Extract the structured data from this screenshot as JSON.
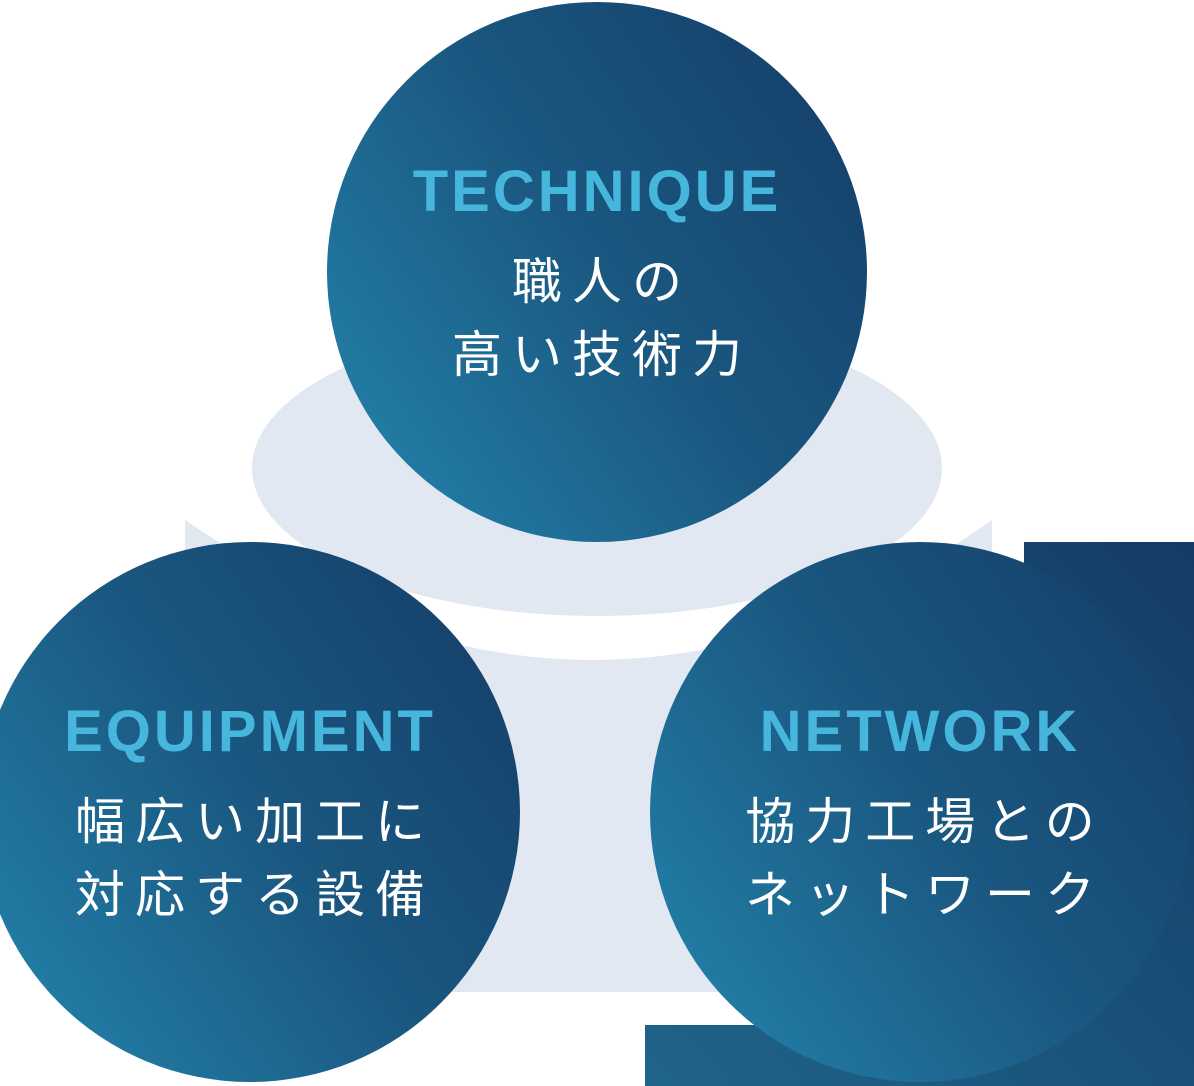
{
  "page": {
    "background_color": "#FFFFFF",
    "description": "Three-circle strengths diagram on light triangle backdrop"
  },
  "theme": {
    "page_bg": "#FFFFFF",
    "light_shape": "#E1E8F1",
    "circle_grad_start": "#143C66",
    "circle_grad_mid": "#1A5780",
    "circle_grad_end": "#2487AF",
    "square_grad_start": "#1F648A",
    "square_grad_end": "#143C66",
    "label_color": "#46B6DD",
    "jp_color": "#FFFFFF"
  },
  "diagram": {
    "circles": [
      {
        "id": "technique",
        "label": "TECHNIQUE",
        "lines": [
          "職人の",
          "高い技術力"
        ]
      },
      {
        "id": "equipment",
        "label": "EQUIPMENT",
        "lines": [
          "幅広い加工に",
          "対応する設備"
        ]
      },
      {
        "id": "network",
        "label": "NETWORK",
        "lines": [
          "協力工場との",
          "ネットワーク"
        ]
      }
    ]
  }
}
